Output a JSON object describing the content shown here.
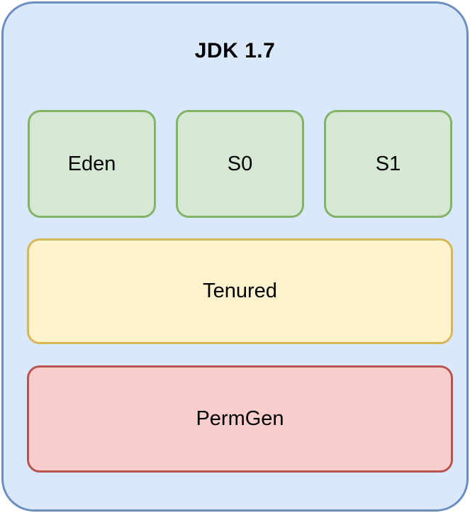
{
  "diagram": {
    "title": "JDK 1.7",
    "regions": {
      "eden": {
        "label": "Eden"
      },
      "s0": {
        "label": "S0"
      },
      "s1": {
        "label": "S1"
      },
      "tenured": {
        "label": "Tenured"
      },
      "permgen": {
        "label": "PermGen"
      }
    },
    "colors": {
      "container_fill": "#dae8fc",
      "container_border": "#6c8ebf",
      "young_gen_fill": "#d5e8d4",
      "young_gen_border": "#82b366",
      "tenured_fill": "#fff2cc",
      "tenured_border": "#d6b656",
      "permgen_fill": "#f8cecc",
      "permgen_border": "#b85450"
    }
  }
}
